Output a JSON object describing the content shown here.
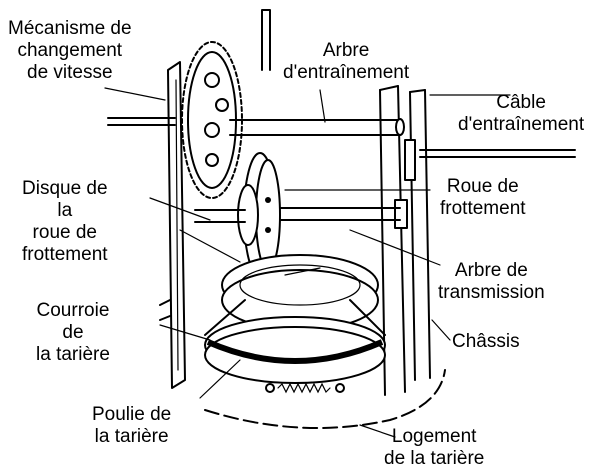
{
  "labels": {
    "gear_shift": [
      "Mécanisme de",
      "changement",
      "de vitesse"
    ],
    "drive_shaft": [
      "Arbre",
      "d'entraînement"
    ],
    "drive_cable": [
      "Câble",
      "d'entraînement"
    ],
    "friction_disc": [
      "Disque de",
      "la",
      "roue de",
      "frottement"
    ],
    "friction_wheel": [
      "Roue de",
      "frottement"
    ],
    "transmission_shaft": [
      "Arbre de",
      "transmission"
    ],
    "auger_belt": [
      "Courroie",
      "de",
      "la tarière"
    ],
    "chassis": [
      "Châssis"
    ],
    "auger_pulley": [
      "Poulie de",
      "la tarière"
    ],
    "auger_housing": [
      "Logement",
      "de la tarière"
    ]
  }
}
